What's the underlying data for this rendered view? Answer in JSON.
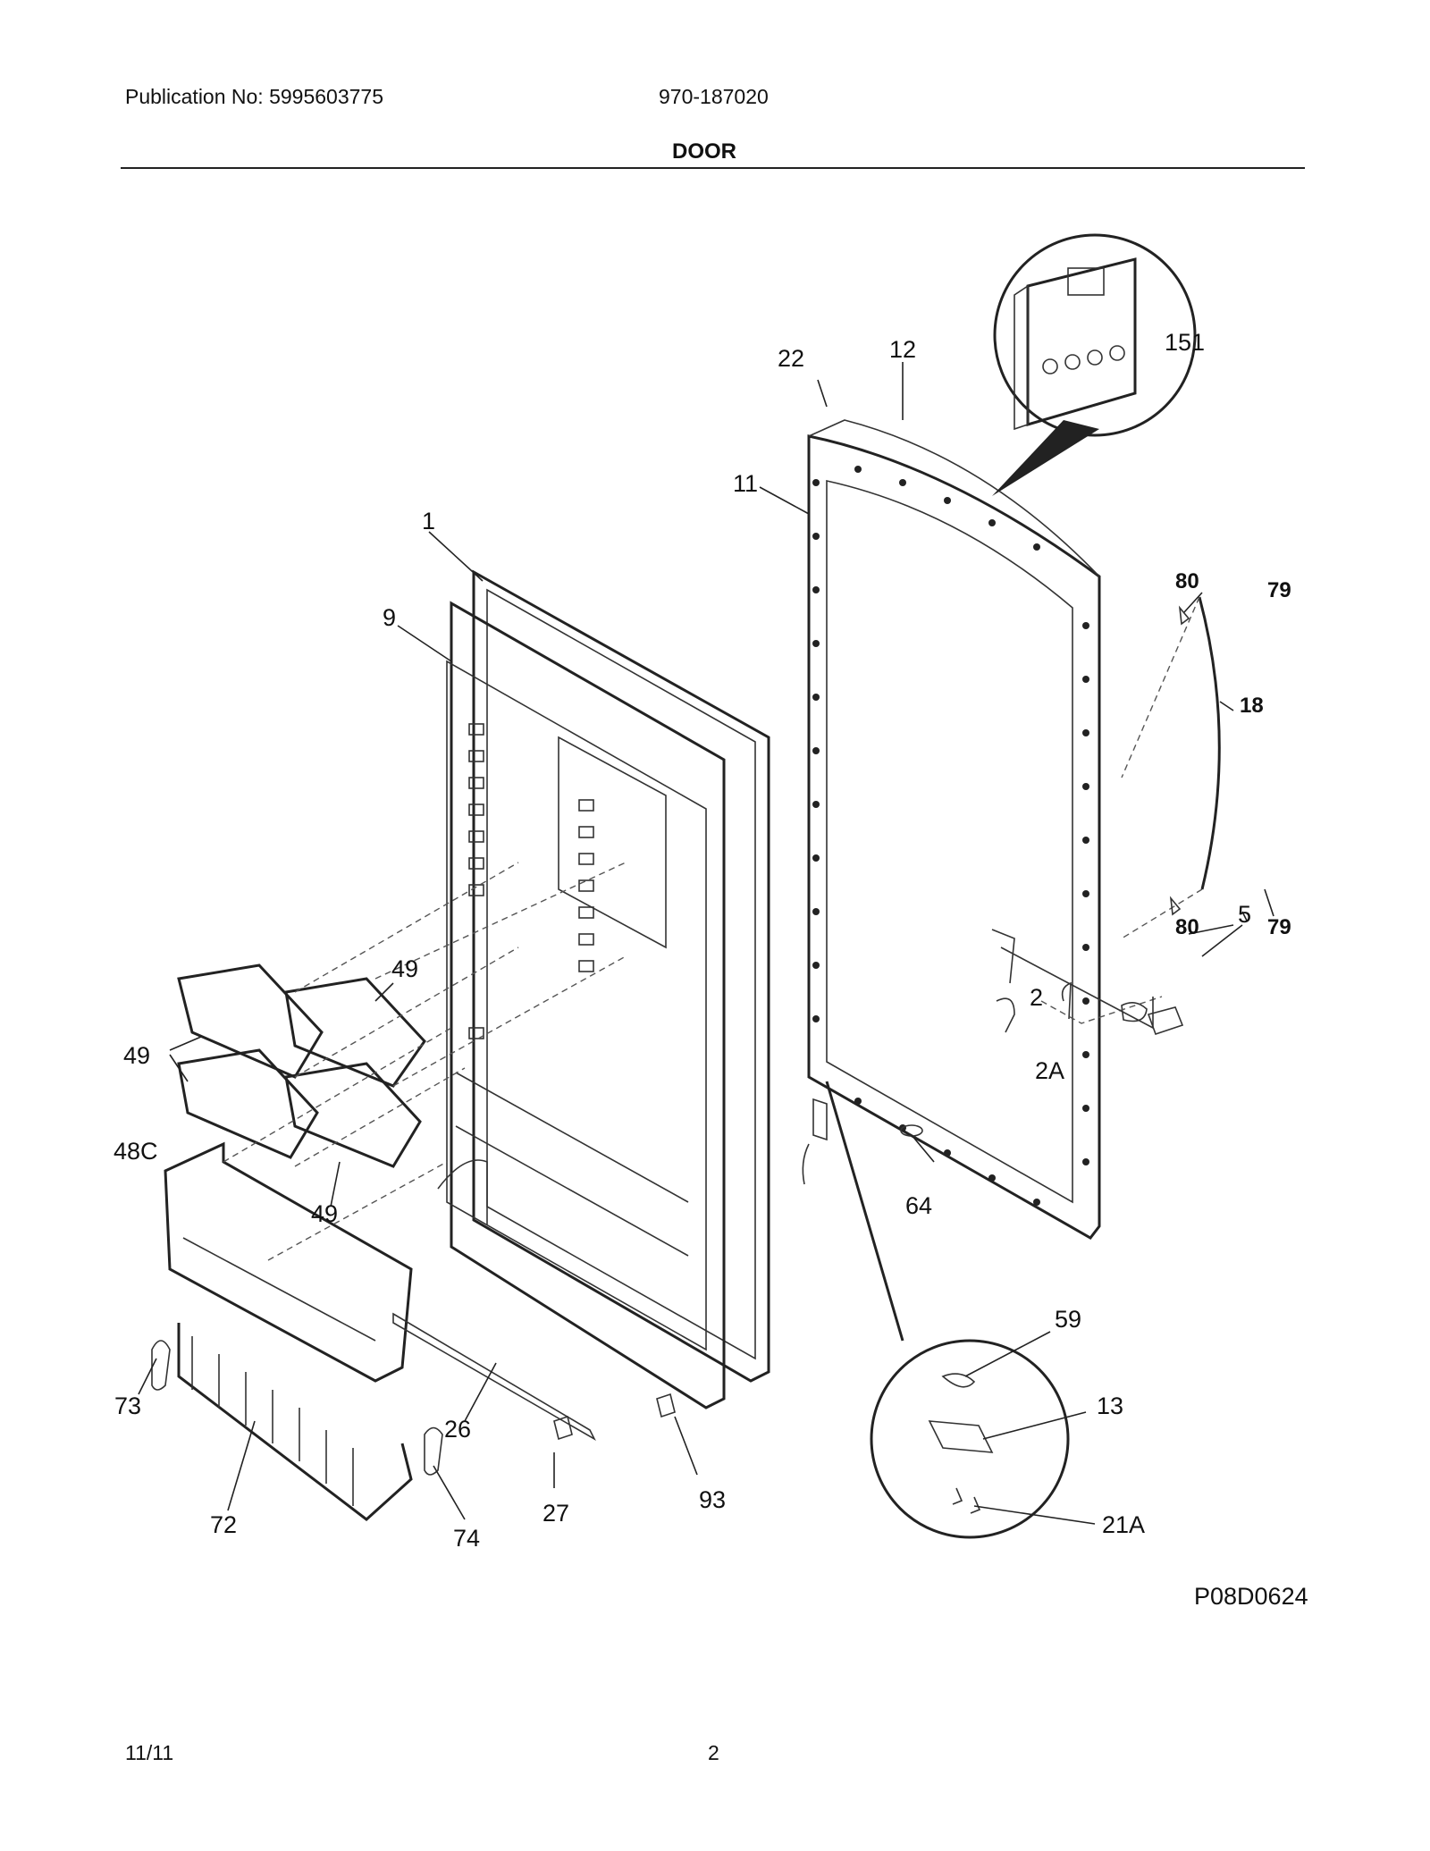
{
  "header": {
    "publication": "Publication No: 5995603775",
    "model": "970-187020",
    "section_title": "DOOR"
  },
  "callouts": {
    "c1": "1",
    "c9": "9",
    "c11": "11",
    "c12": "12",
    "c22": "22",
    "c151": "151",
    "c80a": "80",
    "c79a": "79",
    "c18": "18",
    "c80b": "80",
    "c79b": "79",
    "c5": "5",
    "c2": "2",
    "c2a": "2A",
    "c49a": "49",
    "c49b": "49",
    "c49c": "49",
    "c48c": "48C",
    "c64": "64",
    "c59": "59",
    "c13": "13",
    "c21a": "21A",
    "c73": "73",
    "c72": "72",
    "c74": "74",
    "c26": "26",
    "c27": "27",
    "c93": "93"
  },
  "drawing_code": "P08D0624",
  "footer": {
    "date": "11/11",
    "page": "2"
  }
}
